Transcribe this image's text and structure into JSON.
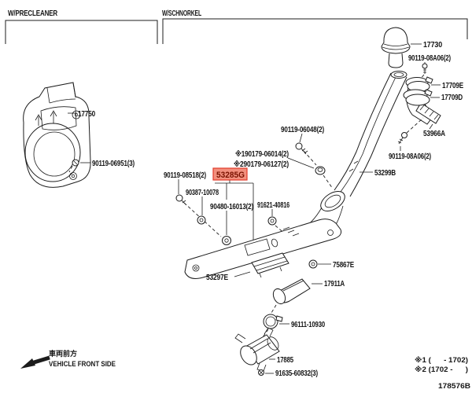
{
  "sections": {
    "precleaner": "W/PRECLEANER",
    "schnorkel": "W/SCHNORKEL"
  },
  "labels": {
    "l17750": "17750",
    "l90119_06951": "90119-06951(3)",
    "l17730": "17730",
    "l90119_08A06_top": "90119-08A06(2)",
    "l17709E": "17709E",
    "l17709D": "17709D",
    "l53966A": "53966A",
    "l90119_08A06_bottom": "90119-08A06(2)",
    "l53299B": "53299B",
    "l90119_06048": "90119-06048(2)",
    "note1_90179_06014": "※190179-06014(2)",
    "note2_90179_06127": "※290179-06127(2)",
    "l90119_08518": "90119-08518(2)",
    "l53285G_highlighted": "53285G",
    "l90387_10078": "90387-10078",
    "l90480_16013": "90480-16013(2)",
    "l91621_40816": "91621-40816",
    "l53297E": "53297E",
    "l75867E": "75867E",
    "l17911A": "17911A",
    "l96111_10930": "96111-10930",
    "l17885": "17885",
    "l91635_60832": "91635-60832(3)"
  },
  "footer": {
    "front_jp": "車両前方",
    "front_en": "VEHICLE FRONT SIDE",
    "applicability_note1": "※1 (      - 1702)",
    "applicability_note2": "※2 (1702 -      )",
    "diagram_code": "178576B"
  },
  "colors": {
    "line": "#1c1c1c",
    "highlight_bg": "#f2907e",
    "highlight_border": "#e23b2a",
    "highlight_text": "#7a1200"
  }
}
